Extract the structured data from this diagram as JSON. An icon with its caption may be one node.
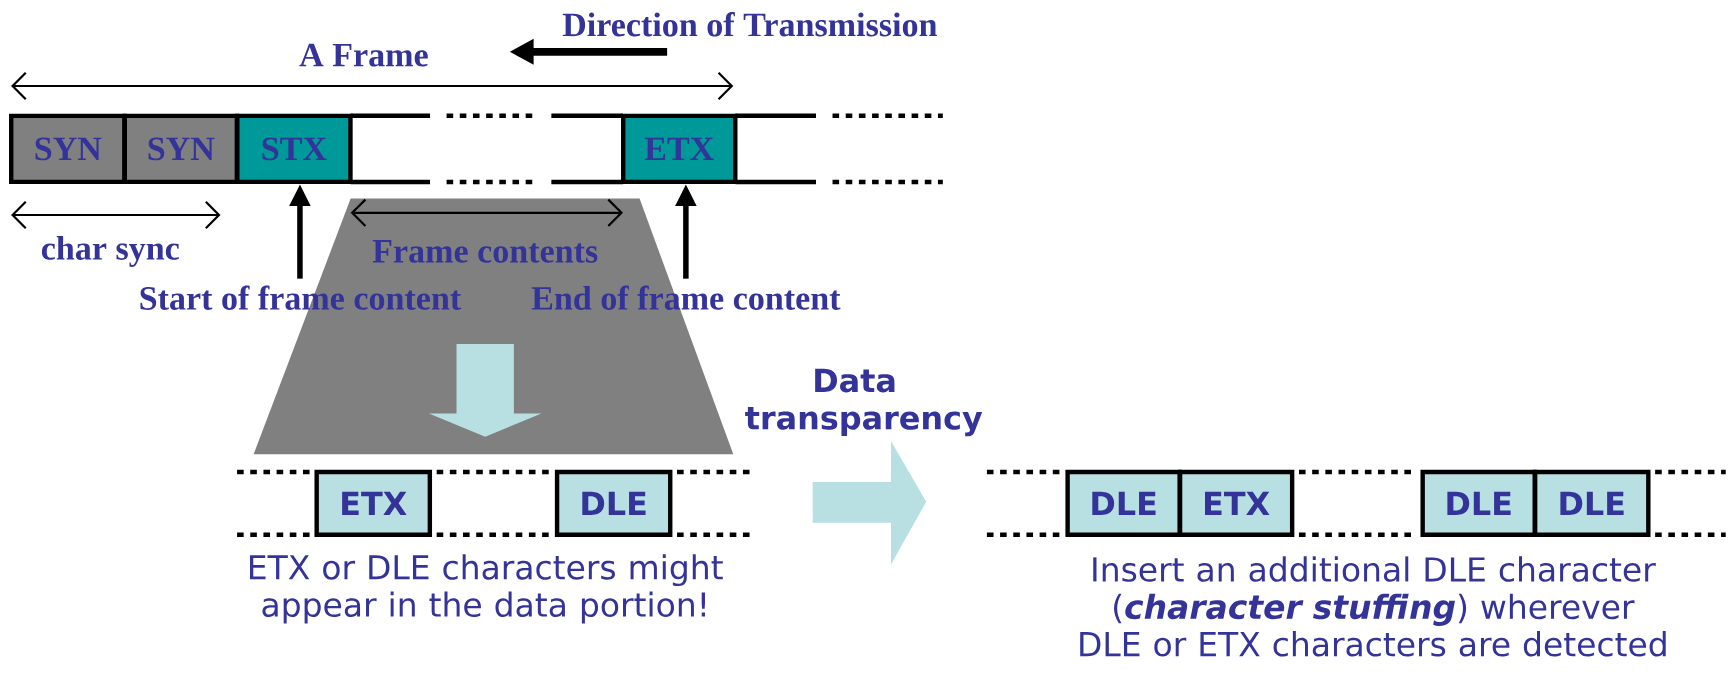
{
  "diagram": {
    "nodes": [
      {
        "text": [
          "SYN"
        ]
      },
      {
        "text": [
          "SYN"
        ]
      },
      {
        "text": [
          "STX"
        ]
      },
      {
        "text": [
          "ETX"
        ]
      },
      {
        "text": [
          "Start of frame content"
        ]
      },
      {
        "text": [
          "End of frame content"
        ]
      },
      {
        "text": [
          "ETX"
        ]
      },
      {
        "text": [
          "DLE"
        ]
      },
      {
        "text": [
          "DLE"
        ]
      },
      {
        "text": [
          "ETX"
        ]
      },
      {
        "text": [
          "DLE"
        ]
      },
      {
        "text": [
          "DLE"
        ]
      }
    ],
    "edges": [
      {
        "from": 4,
        "to": 2,
        "arrow": "to"
      },
      {
        "from": 5,
        "to": 3,
        "arrow": "to"
      }
    ],
    "labels": [
      "Direction of Transmission",
      "A Frame",
      "char sync",
      "Frame contents",
      "Data transparency",
      "ETX or DLE characters might appear in the data portion!",
      "Insert an additional DLE character (*character stuffing*) wherever DLE or ETX characters are detected"
    ]
  }
}
